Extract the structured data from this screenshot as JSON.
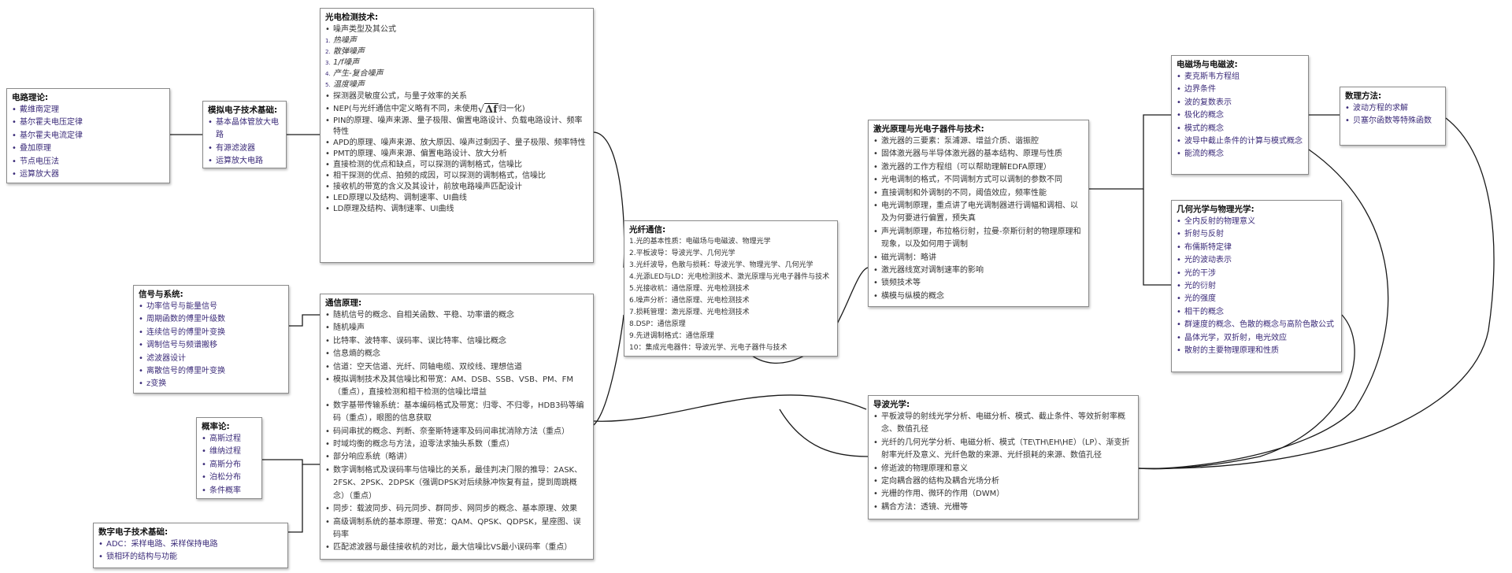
{
  "nodes": {
    "circuit": {
      "title": "电路理论:",
      "items": [
        "戴维南定理",
        "基尔霍夫电压定律",
        "基尔霍夫电流定律",
        "叠加原理",
        "节点电压法",
        "运算放大器"
      ]
    },
    "analog": {
      "title": "模拟电子技术基础:",
      "items": [
        "基本晶体管放大电路",
        "有源滤波器",
        "运算放大电路"
      ]
    },
    "signals": {
      "title": "信号与系统:",
      "items": [
        "功率信号与能量信号",
        "周期函数的傅里叶级数",
        "连续信号的傅里叶变换",
        "调制信号与频谱搬移",
        "滤波器设计",
        "离散信号的傅里叶变换",
        "z变换"
      ]
    },
    "probability": {
      "title": "概率论:",
      "items": [
        "高斯过程",
        "维纳过程",
        "高斯分布",
        "泊松分布",
        "条件概率"
      ]
    },
    "digital": {
      "title": "数字电子技术基础:",
      "items": [
        "ADC：采样电路、采样保持电路",
        "锁相环的结构与功能"
      ]
    },
    "photodetect": {
      "title": "光电检测技术:",
      "noise_label": "噪声类型及其公式",
      "noise_items": [
        "热噪声",
        "散弹噪声",
        "1/f噪声",
        "产生-复合噪声",
        "温度噪声"
      ],
      "items_a": [
        "探测器灵敏度公式，与量子效率的关系"
      ],
      "nep_before": "NEP(与光纤通信中定义略有不同，未使用",
      "nep_symbol": "Δf",
      "nep_after": "归一化)",
      "items_b": [
        "PIN的原理、噪声来源、量子极限、偏置电路设计、负载电路设计、频率特性",
        "APD的原理、噪声来源、放大原因、噪声过剩因子、量子极限、频率特性",
        "PMT的原理、噪声来源、偏置电路设计、放大分析",
        "直接检测的优点和缺点，可以探测的调制格式，信噪比",
        "相干探测的优点、拍频的成因，可以探测的调制格式，信噪比",
        "接收机的带宽的含义及其设计，前放电路噪声匹配设计",
        "LED原理以及结构、调制速率、UI曲线",
        "LD原理及结构、调制速率、UI曲线"
      ]
    },
    "comm": {
      "title": "通信原理:",
      "items": [
        "随机信号的概念、自相关函数、平稳、功率谱的概念",
        "随机噪声",
        "比特率、波特率、误码率、误比特率、信噪比概念",
        "信息熵的概念",
        "信道：空天信道、光纤、同轴电缆、双绞线、理想信道",
        "模拟调制技术及其信噪比和带宽：AM、DSB、SSB、VSB、PM、FM（重点），直接检测和相干检测的信噪比增益",
        "数字基带传输系统：基本编码格式及带宽：归零、不归零，HDB3码等编码（重点），眼图的信息获取",
        "码间串扰的概念、判断、奈奎斯特速率及码间串扰消除方法（重点）",
        "时域均衡的概念与方法，迫零法求抽头系数（重点）",
        "部分响应系统（略讲）",
        "数字调制格式及误码率与信噪比的关系，最佳判决门限的推导：2ASK、2FSK、2PSK、2DPSK（强调DPSK对后续脉冲恢复有益，提到周跳概念）（重点）",
        "同步：载波同步、码元同步、群同步、网同步的概念、基本原理、效果",
        "高级调制系统的基本原理、带宽：QAM、QPSK、QDPSK，星座图、误码率",
        "匹配滤波器与最佳接收机的对比，最大信噪比VS最小误码率（重点）"
      ]
    },
    "fiber": {
      "title": "光纤通信:",
      "items": [
        "1.光的基本性质：电磁场与电磁波、物理光学",
        "2.平板波导：导波光学、几何光学",
        "3.光纤波导，色散与损耗：导波光学、物理光学、几何光学",
        "4.光源LED与LD：光电检测技术、激光原理与光电子器件与技术",
        "5.光接收机：通信原理、光电检测技术",
        "6.噪声分析：通信原理、光电检测技术",
        "7.损耗管理：激光原理、光电检测技术",
        "8.DSP：通信原理",
        "9.先进调制格式：通信原理",
        "10：集成光电器件：导波光学、光电子器件与技术"
      ]
    },
    "laser": {
      "title": "激光原理与光电子器件与技术:",
      "items": [
        "激光器的三要素：泵浦源、增益介质、谐振腔",
        "固体激光器与半导体激光器的基本结构、原理与性质",
        "激光器的工作方程组（可以帮助理解EDFA原理）",
        "光电调制的格式，不同调制方式可以调制的参数不同",
        "直接调制和外调制的不同，阈值效应，频率性能",
        "电光调制原理，重点讲了电光调制器进行调幅和调相、以及为何要进行偏置，预失真",
        "声光调制原理，布拉格衍射，拉曼-奈斯衍射的物理原理和现象，以及如何用于调制",
        "磁光调制：略讲",
        "激光器线宽对调制速率的影响",
        "锁频技术等",
        "横模与纵模的概念"
      ]
    },
    "guided": {
      "title": "导波光学:",
      "items": [
        "平板波导的射线光学分析、电磁分析、模式、截止条件、等效折射率概念、数值孔径",
        "光纤的几何光学分析、电磁分析、模式（TE\\TH\\EH\\HE）（LP）、渐变折射率光纤及意义、光纤色散的来源、光纤损耗的来源、数值孔径",
        "修逝波的物理原理和意义",
        "定向耦合器的结构及耦合光场分析",
        "光栅的作用、微环的作用（DWM）",
        "耦合方法：透镜、光栅等"
      ]
    },
    "em": {
      "title": "电磁场与电磁波:",
      "items": [
        "麦克斯韦方程组",
        "边界条件",
        "波的复数表示",
        "极化的概念",
        "模式的概念",
        "波导中截止条件的计算与模式概念",
        "能流的概念"
      ]
    },
    "geo": {
      "title": "几何光学与物理光学:",
      "items": [
        "全内反射的物理意义",
        "折射与反射",
        "布儒斯特定律",
        "光的波动表示",
        "光的干涉",
        "光的衍射",
        "光的强度",
        "相干的概念",
        "群速度的概念、色散的概念与高阶色散公式",
        "晶体光学，双折射，电光效应",
        "散射的主要物理原理和性质"
      ]
    },
    "math": {
      "title": "数理方法:",
      "items": [
        "波动方程的求解",
        "贝塞尔函数等特殊函数"
      ]
    }
  },
  "colors": {
    "link": "#1a1a1a",
    "item_text": "#3a2a78",
    "border": "#8a8a8a"
  }
}
